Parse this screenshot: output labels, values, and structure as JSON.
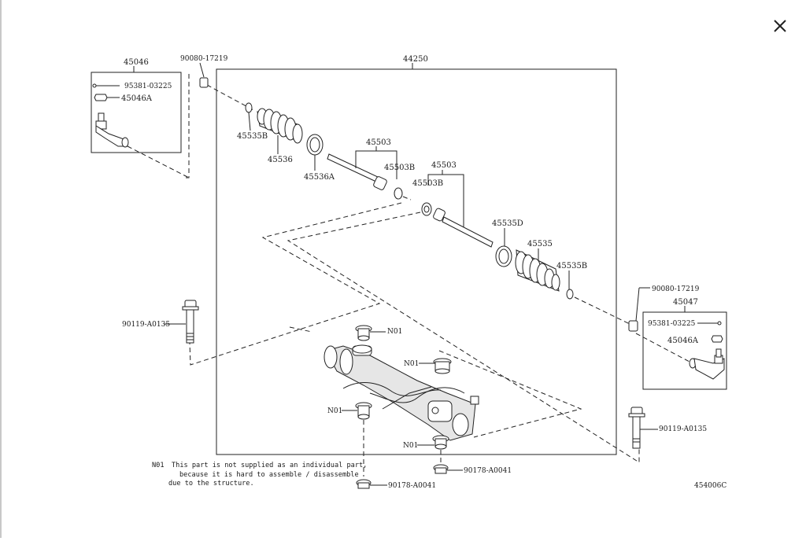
{
  "diagram": {
    "main_part": "44250",
    "figure_code": "454006C",
    "note": {
      "code": "N01",
      "lines": [
        "This part is not supplied as an individual part,",
        "because it is hard to assemble / disassemble",
        "due to the structure."
      ]
    },
    "labels": {
      "tie_rod_end_left": "45046",
      "cotter_pin_left": "95381-03225",
      "nut_left": "45046A",
      "clamp_top_left": "90080-17219",
      "boot_clip_b_left": "45535B",
      "boot_left": "45536",
      "clamp_a": "45536A",
      "inner_rod_left": "45503",
      "washer_left": "45503B",
      "inner_rod_right": "45503",
      "washer_right": "45503B",
      "clip_d": "45535D",
      "boot_right": "45535",
      "boot_clip_b_right": "45535B",
      "clamp_top_right": "90080-17219",
      "tie_rod_end_right": "45047",
      "cotter_pin_right": "95381-03225",
      "nut_right": "45046A",
      "bolt_left": "90119-A0135",
      "bolt_right": "90119-A0135",
      "nut_bottom_left": "90178-A0041",
      "nut_bottom_right": "90178-A0041",
      "bushing_1": "N01",
      "bushing_2": "N01",
      "bushing_3": "N01",
      "bushing_4": "N01"
    }
  },
  "icons": {
    "close": "close-icon"
  }
}
